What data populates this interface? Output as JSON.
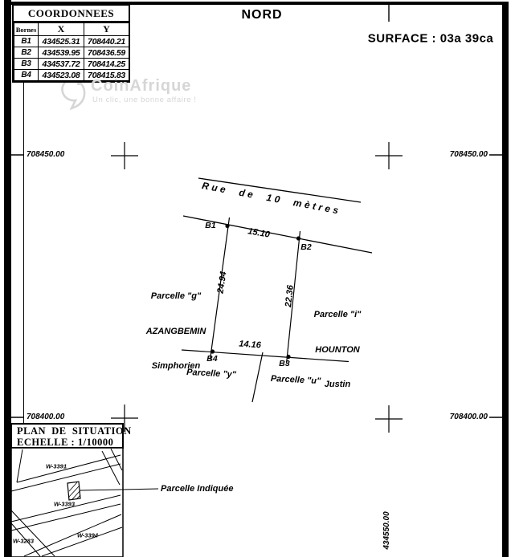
{
  "header": {
    "north_label": "NORD",
    "surface_label": "SURFACE : 03a 39ca"
  },
  "coordinates_table": {
    "title": "COORDONNEES",
    "columns": [
      "Bornes",
      "X",
      "Y"
    ],
    "rows": [
      {
        "borne": "B1",
        "x": "434525.31",
        "y": "708440.21"
      },
      {
        "borne": "B2",
        "x": "434539.95",
        "y": "708436.59"
      },
      {
        "borne": "B3",
        "x": "434537.72",
        "y": "708414.25"
      },
      {
        "borne": "B4",
        "x": "434523.08",
        "y": "708415.83"
      }
    ]
  },
  "watermark": {
    "brand": "CoinAfrique",
    "tagline": "Un clic, une bonne affaire !",
    "color": "#d6d6d6"
  },
  "grid_labels": {
    "top_left": "708450.00",
    "top_right": "708450.00",
    "bottom_left": "708400.00",
    "bottom_right": "708400.00",
    "right_vertical": "434550.00"
  },
  "road": {
    "name": "Rue  de  10  mètres"
  },
  "parcel": {
    "corner_b1": "B1",
    "corner_b2": "B2",
    "corner_b3": "B3",
    "corner_b4": "B4",
    "side_top": "15.10",
    "side_left": "24.94",
    "side_right": "22.36",
    "side_bottom": "14.16",
    "west_neighbor": {
      "line1": "Parcelle \"g\"",
      "line2": "AZANGBEMIN",
      "line3": "Simphorien"
    },
    "east_neighbor": {
      "line1": "Parcelle \"i\"",
      "line2": "HOUNTON",
      "line3": "Justin"
    },
    "south_west_neighbor": "Parcelle \"y\"",
    "south_east_neighbor": "Parcelle \"u\""
  },
  "situation_plan": {
    "title": "PLAN  DE  SITUATION",
    "scale": "ECHELLE : 1/10000",
    "block_top": "W-3391",
    "block_middle": "W-3393",
    "block_bottom_left": "W-3283",
    "block_bottom_right": "W-3394",
    "indicated_label": "Parcelle Indiquée"
  }
}
